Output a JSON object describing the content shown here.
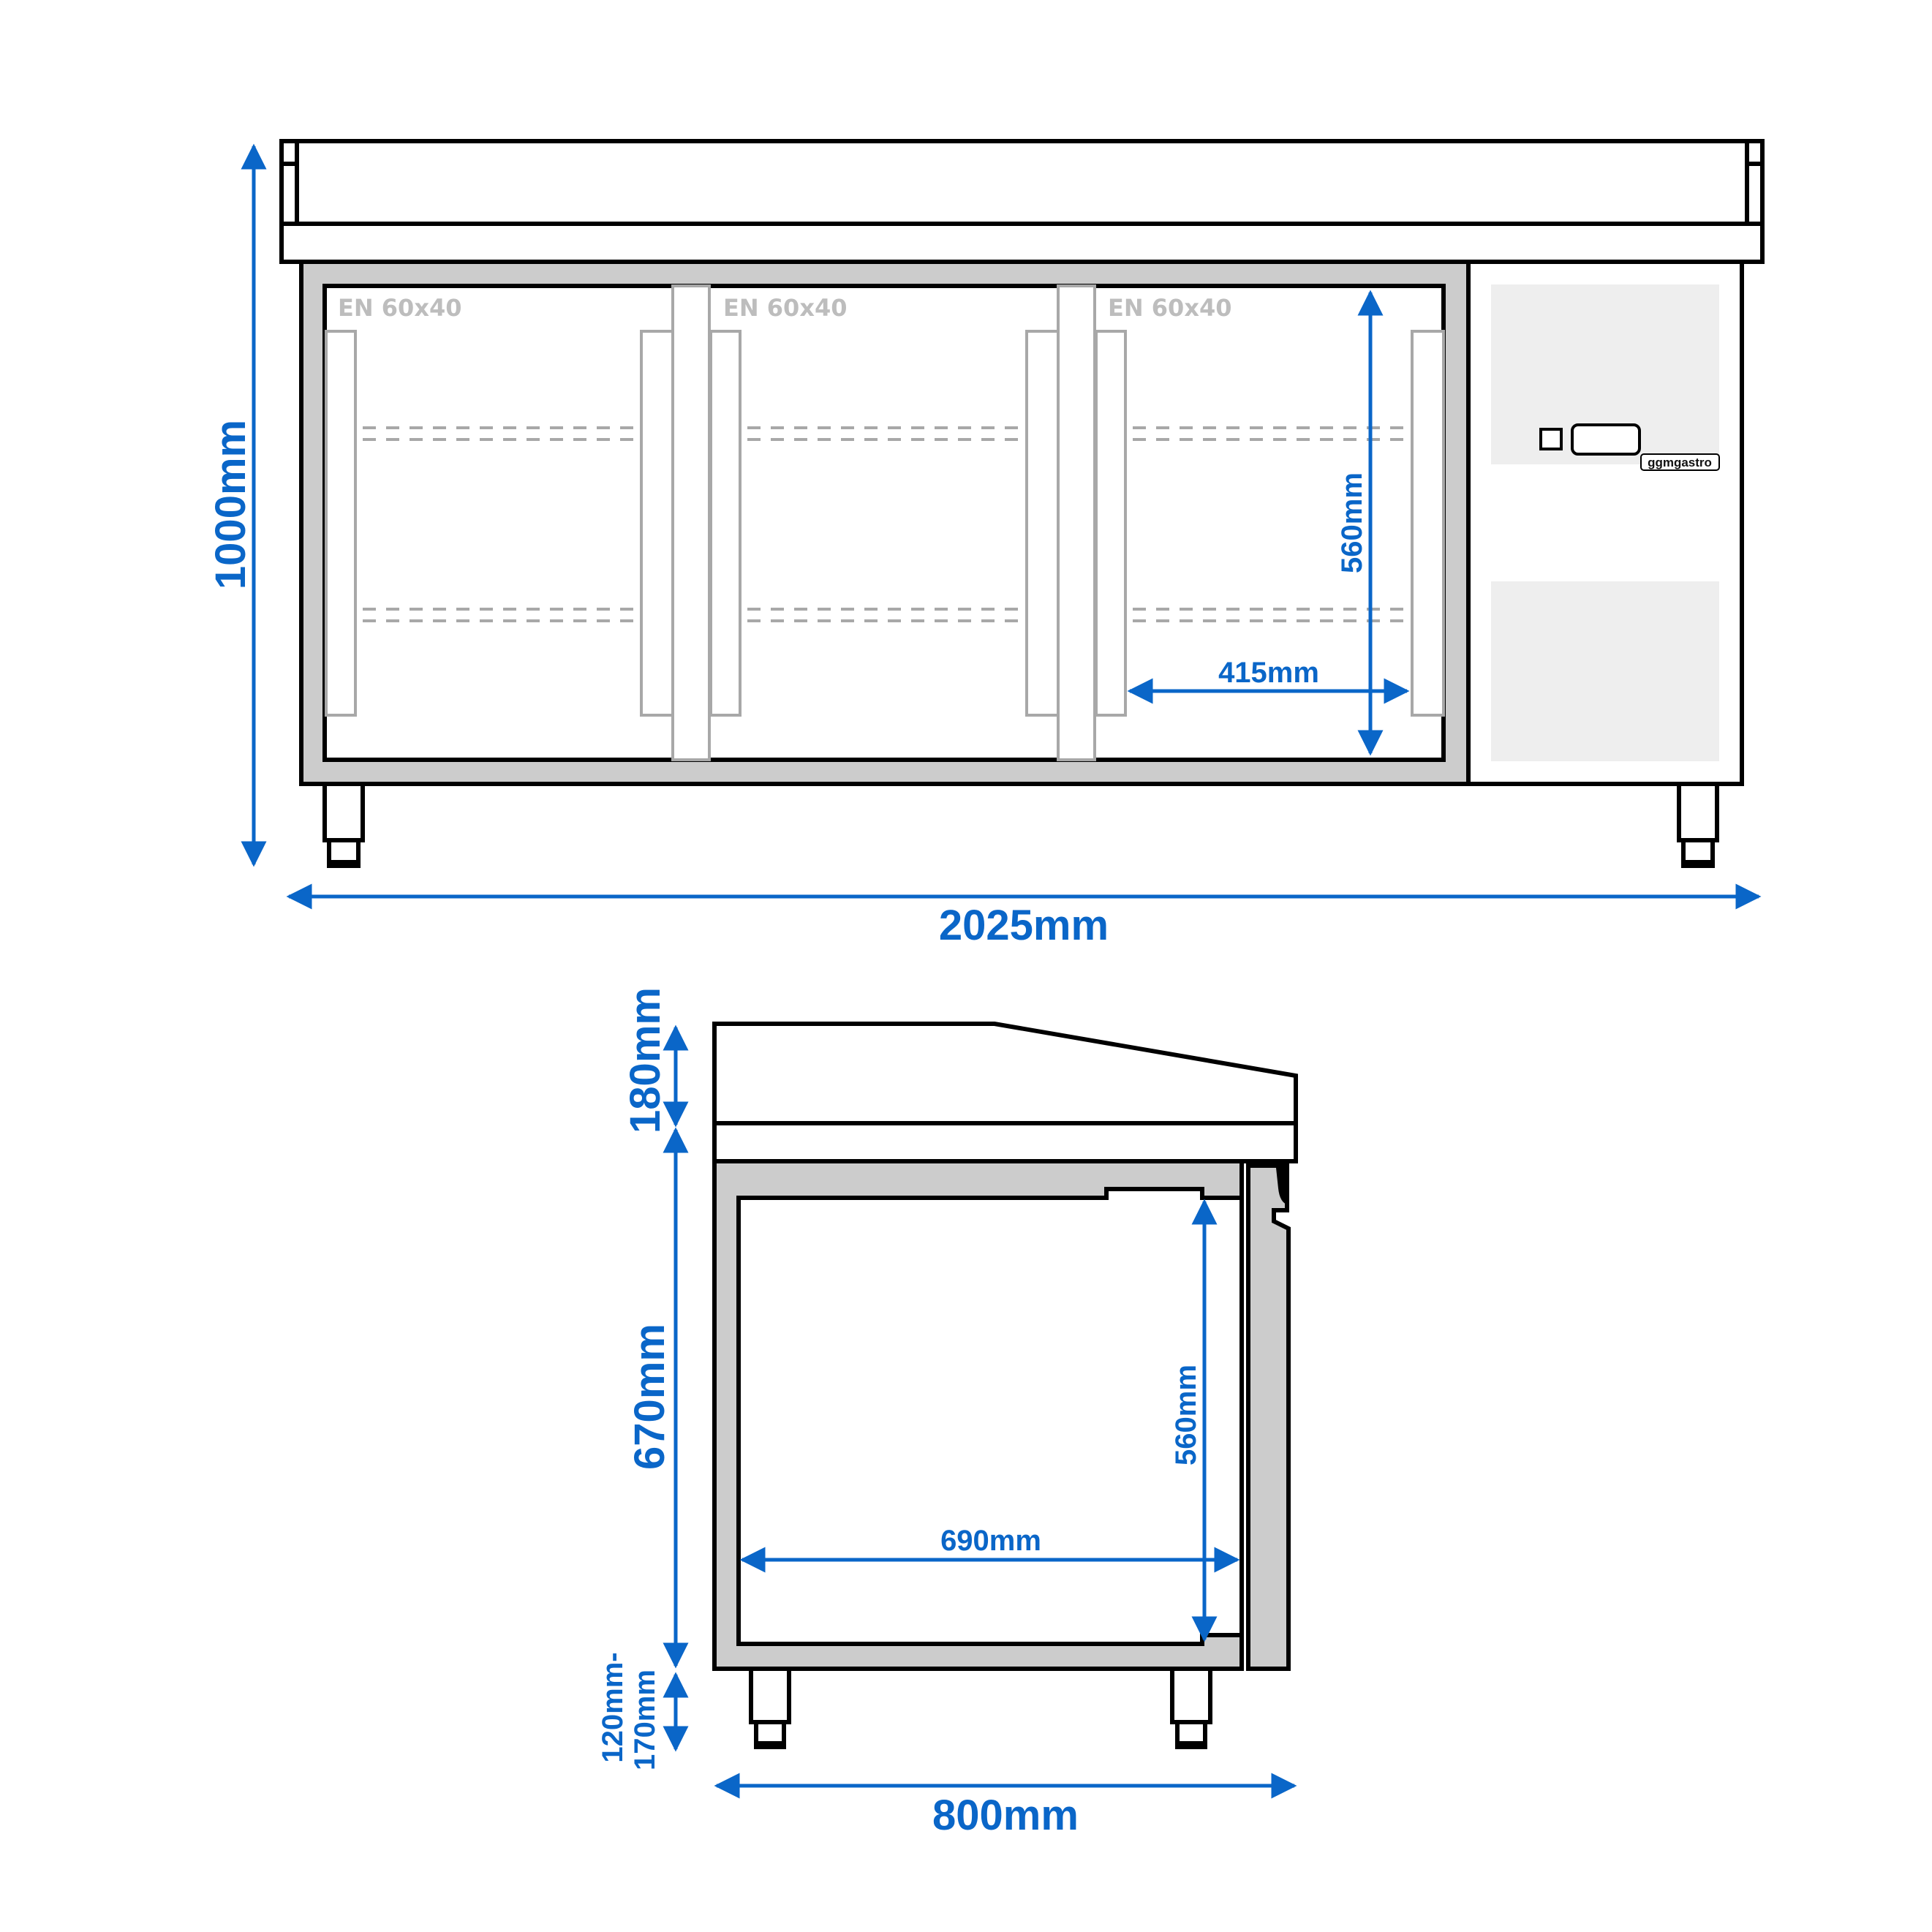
{
  "colors": {
    "dimension": "#0a66c8",
    "body_gray": "#cccccc",
    "panel_gray": "#eeeeee",
    "label_gray": "#bdbdbd",
    "outline": "#000000"
  },
  "front_view": {
    "overall_height": "1000mm",
    "overall_width": "2025mm",
    "inner_height": "560mm",
    "inner_width": "415mm",
    "compartments": [
      {
        "label": "EN 60x40"
      },
      {
        "label": "EN 60x40"
      },
      {
        "label": "EN 60x40"
      }
    ],
    "brand_badge": "ggmgastro"
  },
  "side_view": {
    "top_height": "180mm",
    "body_height": "670mm",
    "leg_height_line1": "120mm-",
    "leg_height_line2": "170mm",
    "inner_height": "560mm",
    "inner_depth": "690mm",
    "overall_depth": "800mm"
  }
}
